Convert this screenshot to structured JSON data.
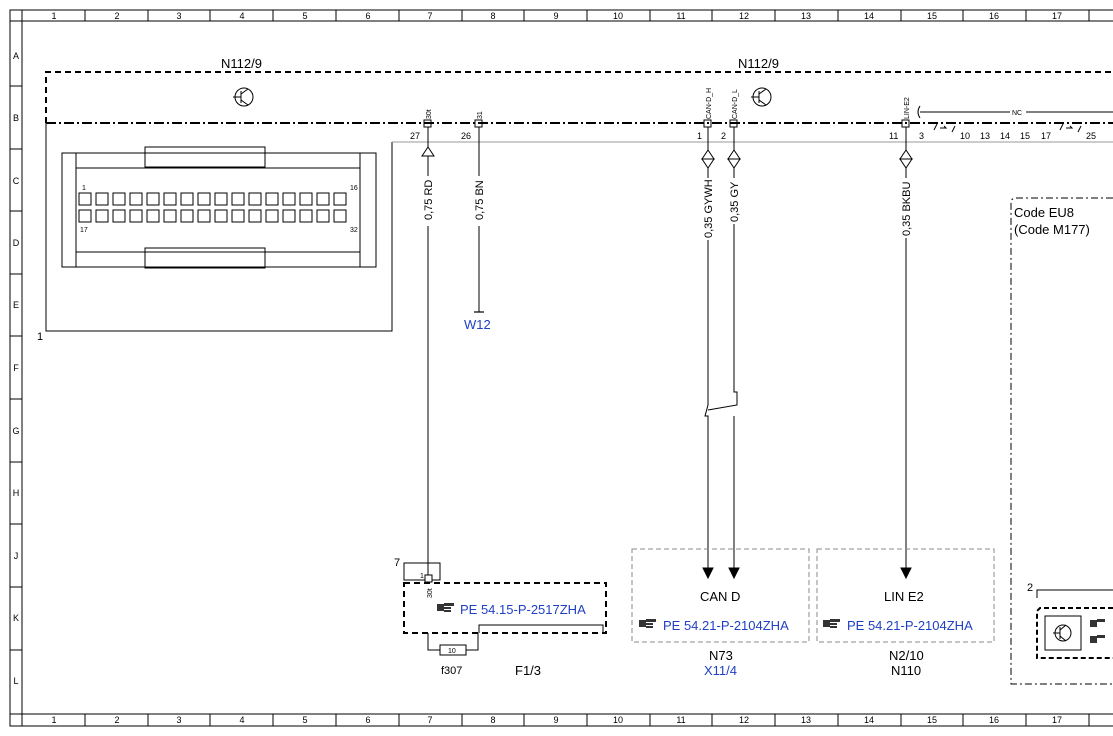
{
  "sheet": {
    "columns": [
      "1",
      "2",
      "3",
      "4",
      "5",
      "6",
      "7",
      "8",
      "9",
      "10",
      "11",
      "12",
      "13",
      "14",
      "15",
      "16",
      "17"
    ],
    "rows": [
      "A",
      "B",
      "C",
      "D",
      "E",
      "F",
      "G",
      "H",
      "J",
      "K",
      "L"
    ]
  },
  "module": {
    "name_left": "N112/9",
    "name_right": "N112/9",
    "item_number": "1",
    "connector_pin_first": "1",
    "connector_pin_16": "16",
    "connector_pin_17": "17",
    "connector_pin_32": "32",
    "nc_label": "NC"
  },
  "pins": {
    "p27": "27",
    "p26": "26",
    "p1": "1",
    "p2": "2",
    "p11": "11",
    "p3": "3",
    "p10": "10",
    "p13": "13",
    "p14": "14",
    "p15": "15",
    "p17": "17",
    "p25": "25"
  },
  "pin_tags": {
    "p27": "30t",
    "p26": "31",
    "p1": "CAN-D_H",
    "p2": "CAN-D_L",
    "p11": "LIN-E2"
  },
  "wires": {
    "rd": "0,75 RD",
    "bn": "0,75 BN",
    "gywh": "0,35 GYWH",
    "gy": "0,35 GY",
    "bkbu": "0,35 BKBU"
  },
  "ground": {
    "label": "W12"
  },
  "fuse_box": {
    "ref": "PE 54.15-P-2517ZHA",
    "item_number": "7",
    "pin": "1",
    "pin_tag": "30t",
    "fuse_value": "10",
    "fuse_name": "f307",
    "box_name": "F1/3"
  },
  "can_box": {
    "title": "CAN D",
    "ref": "PE 54.21-P-2104ZHA",
    "name": "N73",
    "link": "X11/4"
  },
  "lin_box": {
    "title": "LIN E2",
    "ref": "PE 54.21-P-2104ZHA",
    "name_1": "N2/10",
    "name_2": "N110"
  },
  "code_box": {
    "code_1": "Code EU8",
    "code_2": "(Code M177)",
    "item_number": "2"
  },
  "icons": [
    "transistor-icon",
    "pointing-hand-icon",
    "fuse-icon",
    "ground-icon",
    "connector-icon"
  ]
}
